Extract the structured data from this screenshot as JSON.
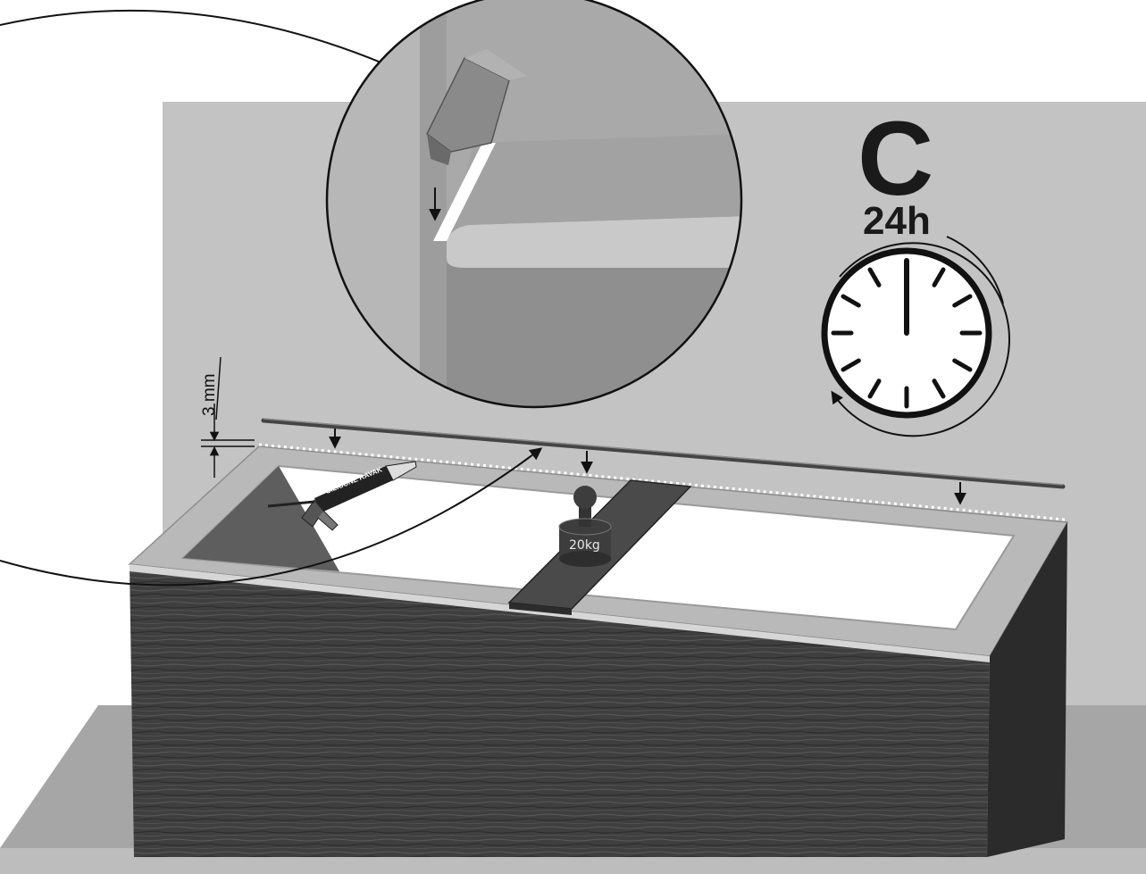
{
  "labels": {
    "gap_measure": "3 mm",
    "step_letter": "C",
    "cure_time": "24h",
    "weight": "20kg",
    "sealant": "SILICONE RAVAK"
  },
  "clock": {
    "hand_minute": 0,
    "tick_count": 12
  },
  "colors": {
    "wall": "#c3c3c3",
    "floor": "#a6a6a6",
    "panel": "#3f3f3f",
    "rim": "#b9b9b9",
    "ink": "#1a1a1a"
  }
}
